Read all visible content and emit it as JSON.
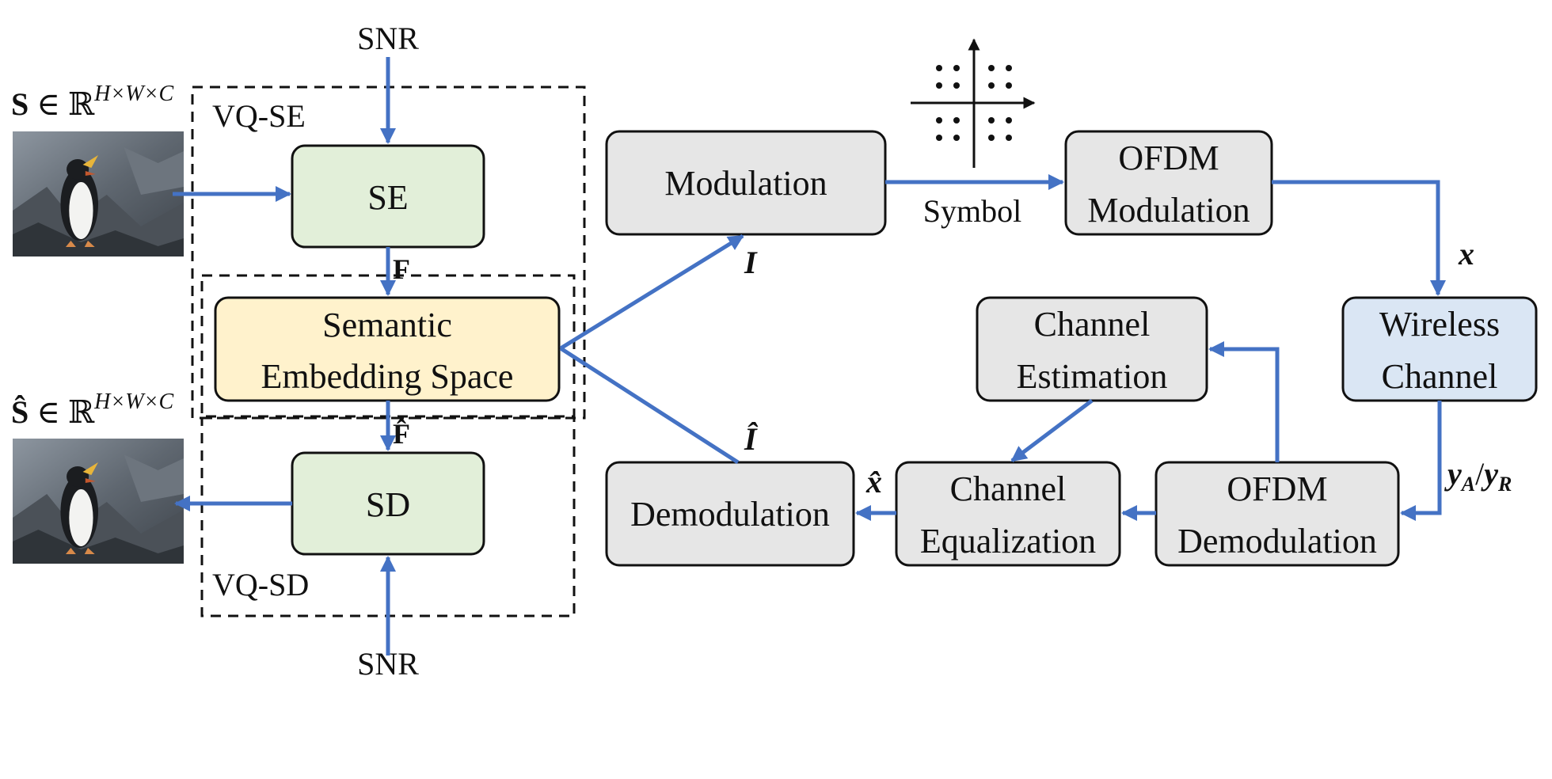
{
  "colors": {
    "arrow": "#4472c4",
    "box_gray": "#e6e6e6",
    "box_green": "#e2efd9",
    "box_yellow": "#fff2cc",
    "box_blue": "#dae6f4",
    "border": "#111111"
  },
  "inputs": {
    "source_label_symbol": "S",
    "source_label_set": " ∈ ℝ",
    "source_label_sup": "H×W×C",
    "recon_label_symbol": "Ŝ",
    "recon_label_set": " ∈ ℝ",
    "recon_label_sup": "H×W×C",
    "snr_top": "SNR",
    "snr_bottom": "SNR"
  },
  "groups": {
    "encoder_group": "VQ-SE",
    "decoder_group": "VQ-SD"
  },
  "blocks": {
    "se": "SE",
    "embedding_line1": "Semantic",
    "embedding_line2": "Embedding Space",
    "sd": "SD",
    "modulation": "Modulation",
    "ofdm_mod_line1": "OFDM",
    "ofdm_mod_line2": "Modulation",
    "wireless_line1": "Wireless",
    "wireless_line2": "Channel",
    "chest_line1": "Channel",
    "chest_line2": "Estimation",
    "ofdm_demod_line1": "OFDM",
    "ofdm_demod_line2": "Demodulation",
    "cheq_line1": "Channel",
    "cheq_line2": "Equalization",
    "demodulation": "Demodulation"
  },
  "signals": {
    "feature": "F",
    "feature_hat": "F̂",
    "index": "I",
    "index_hat": "Î",
    "symbol": "Symbol",
    "tx": "x",
    "rx_a": "y",
    "rx_a_sub": "A",
    "rx_sep": "/",
    "rx_r": "y",
    "rx_r_sub": "R",
    "eq_out": "x̂"
  },
  "icons": {
    "constellation": "constellation-icon",
    "source_image": "penguin-image-icon",
    "recon_image": "penguin-image-icon"
  }
}
